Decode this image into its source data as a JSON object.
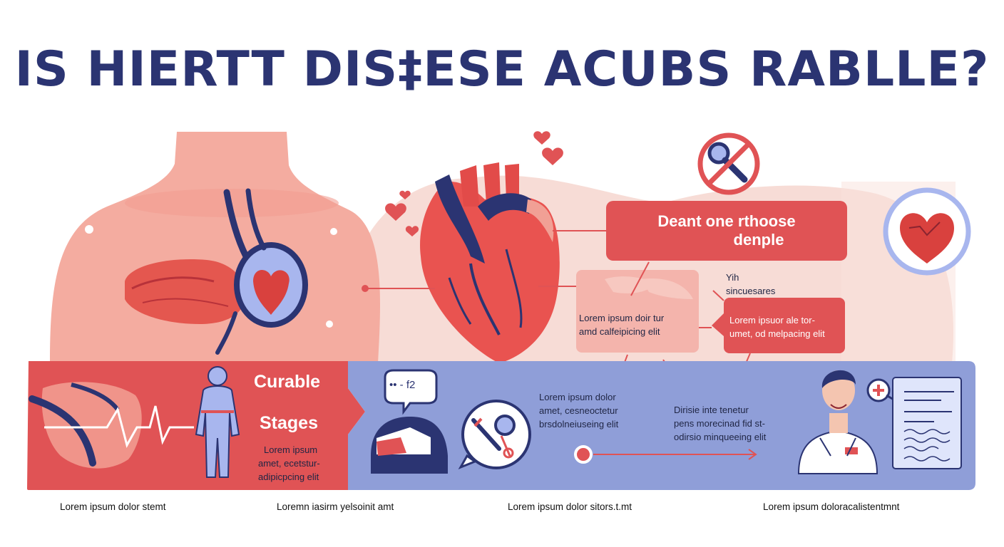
{
  "title": "IS HIERTT  DIS‡ESE ACUBS RABLLE?",
  "callout_top": {
    "line1": "Deant one rthoose",
    "line2": "denple"
  },
  "side_note": {
    "line1": "Yih",
    "line2": "sincuesares"
  },
  "pink_box": {
    "line1": "Lorem ipsum doir tur",
    "line2": "amd calfeipicing elit"
  },
  "red_box": {
    "line1": "Lorem ipsuor ale tor-",
    "line2": "umet, od melpacing elit"
  },
  "stages": {
    "label1": "Curable",
    "label2": "Stages",
    "desc1": "Lorem ipsum",
    "desc2": "amet, ecetstur-",
    "desc3": "adipicpcing elit"
  },
  "blue_panel": {
    "bubble_text": "•• - f2",
    "text_a1": "Lorem ipsum dolor",
    "text_a2": "amet, cesneoctetur",
    "text_a3": "brsdolneiuseing elit",
    "text_b1": "Dirisie inte tenetur",
    "text_b2": "pens morecinad fid st-",
    "text_b3": "odirsio minqueeing elit"
  },
  "captions": [
    "Lorem ipsum dolor stemt",
    "Loremn iasirm yelsoinit amt",
    "Lorem ipsum dolor sitors.t.mt",
    "Lorem ipsum doloracalistentmnt"
  ],
  "colors": {
    "navy": "#2b3472",
    "red": "#e05355",
    "pink": "#f2b1a8",
    "blue_panel": "#8f9ed8",
    "white": "#ffffff"
  },
  "icons": [
    "heart-icon",
    "no-search-icon",
    "heart-badge-icon",
    "person-icon",
    "doctor-icon",
    "syringe-icon",
    "magnifier-icon",
    "chat-icon",
    "document-icon"
  ]
}
